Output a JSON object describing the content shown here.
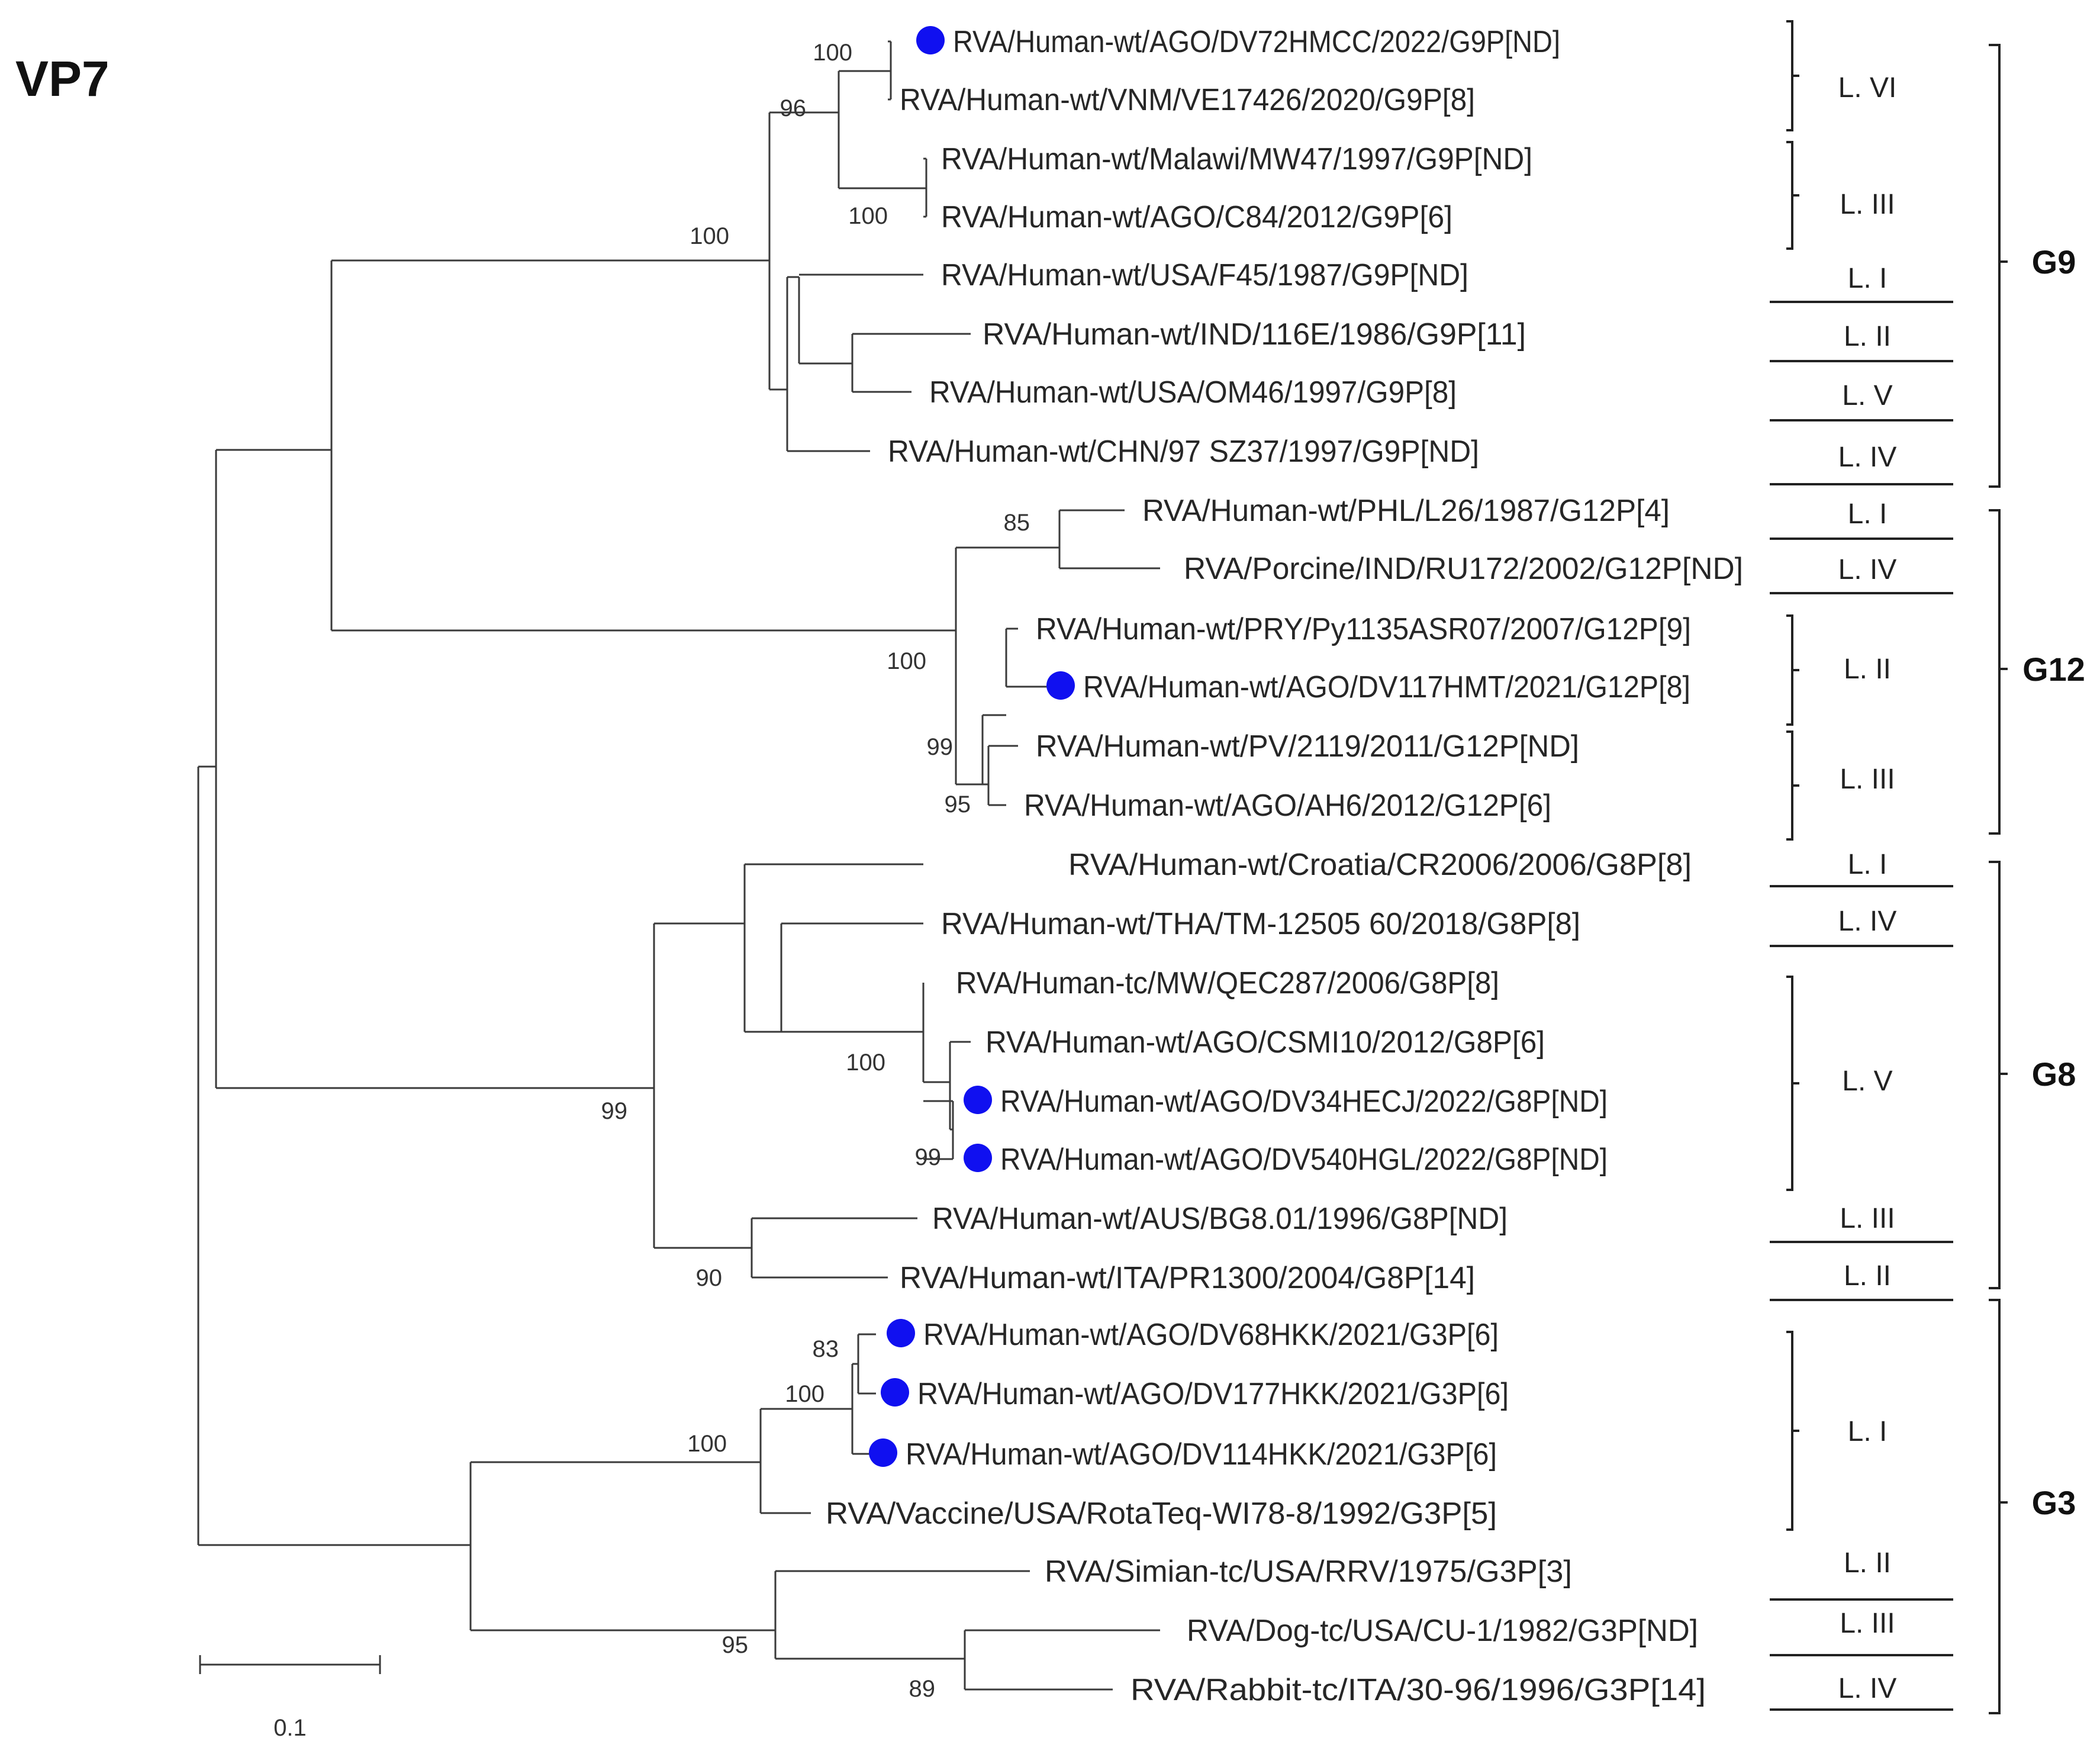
{
  "title": "VP7",
  "marker_color": "#1010f0",
  "leaves": [
    {
      "label": "RVA/Human-wt/AGO/DV72HMCC/2022/G9P[ND]",
      "marked": true
    },
    {
      "label": "RVA/Human-wt/VNM/VE17426/2020/G9P[8]",
      "marked": false
    },
    {
      "label": "RVA/Human-wt/Malawi/MW47/1997/G9P[ND]",
      "marked": false
    },
    {
      "label": "RVA/Human-wt/AGO/C84/2012/G9P[6]",
      "marked": false
    },
    {
      "label": "RVA/Human-wt/USA/F45/1987/G9P[ND]",
      "marked": false
    },
    {
      "label": "RVA/Human-wt/IND/116E/1986/G9P[11]",
      "marked": false
    },
    {
      "label": "RVA/Human-wt/USA/OM46/1997/G9P[8]",
      "marked": false
    },
    {
      "label": "RVA/Human-wt/CHN/97 SZ37/1997/G9P[ND]",
      "marked": false
    },
    {
      "label": "RVA/Human-wt/PHL/L26/1987/G12P[4]",
      "marked": false
    },
    {
      "label": "RVA/Porcine/IND/RU172/2002/G12P[ND]",
      "marked": false
    },
    {
      "label": "RVA/Human-wt/PRY/Py1135ASR07/2007/G12P[9]",
      "marked": false
    },
    {
      "label": "RVA/Human-wt/AGO/DV117HMT/2021/G12P[8]",
      "marked": true
    },
    {
      "label": "RVA/Human-wt/PV/2119/2011/G12P[ND]",
      "marked": false
    },
    {
      "label": "RVA/Human-wt/AGO/AH6/2012/G12P[6]",
      "marked": false
    },
    {
      "label": "RVA/Human-wt/Croatia/CR2006/2006/G8P[8]",
      "marked": false
    },
    {
      "label": "RVA/Human-wt/THA/TM-12505 60/2018/G8P[8]",
      "marked": false
    },
    {
      "label": "RVA/Human-tc/MW/QEC287/2006/G8P[8]",
      "marked": false
    },
    {
      "label": "RVA/Human-wt/AGO/CSMI10/2012/G8P[6]",
      "marked": false
    },
    {
      "label": "RVA/Human-wt/AGO/DV34HECJ/2022/G8P[ND]",
      "marked": true
    },
    {
      "label": "RVA/Human-wt/AGO/DV540HGL/2022/G8P[ND]",
      "marked": true
    },
    {
      "label": "RVA/Human-wt/AUS/BG8.01/1996/G8P[ND]",
      "marked": false
    },
    {
      "label": "RVA/Human-wt/ITA/PR1300/2004/G8P[14]",
      "marked": false
    },
    {
      "label": "RVA/Human-wt/AGO/DV68HKK/2021/G3P[6]",
      "marked": true
    },
    {
      "label": "RVA/Human-wt/AGO/DV177HKK/2021/G3P[6]",
      "marked": true
    },
    {
      "label": "RVA/Human-wt/AGO/DV114HKK/2021/G3P[6]",
      "marked": true
    },
    {
      "label": "RVA/Vaccine/USA/RotaTeq-WI78-8/1992/G3P[5]",
      "marked": false
    },
    {
      "label": "RVA/Simian-tc/USA/RRV/1975/G3P[3]",
      "marked": false
    },
    {
      "label": "RVA/Dog-tc/USA/CU-1/1982/G3P[ND]",
      "marked": false
    },
    {
      "label": "RVA/Rabbit-tc/ITA/30-96/1996/G3P[14]",
      "marked": false
    }
  ],
  "bootstrap": [
    "100",
    "96",
    "100",
    "100",
    "85",
    "100",
    "99",
    "95",
    "100",
    "99",
    "99",
    "90",
    "83",
    "100",
    "100",
    "95",
    "89"
  ],
  "lineages": [
    "L. VI",
    "L. III",
    "L. I",
    "L. II",
    "L. V",
    "L. IV",
    "L. I",
    "L. IV",
    "L. II",
    "L. III",
    "L. I",
    "L. IV",
    "L. V",
    "L. III",
    "L. II",
    "L. I",
    "L. II",
    "L. III",
    "L. IV"
  ],
  "genotypes": [
    "G9",
    "G12",
    "G8",
    "G3"
  ],
  "scale_bar_label": "0.1"
}
